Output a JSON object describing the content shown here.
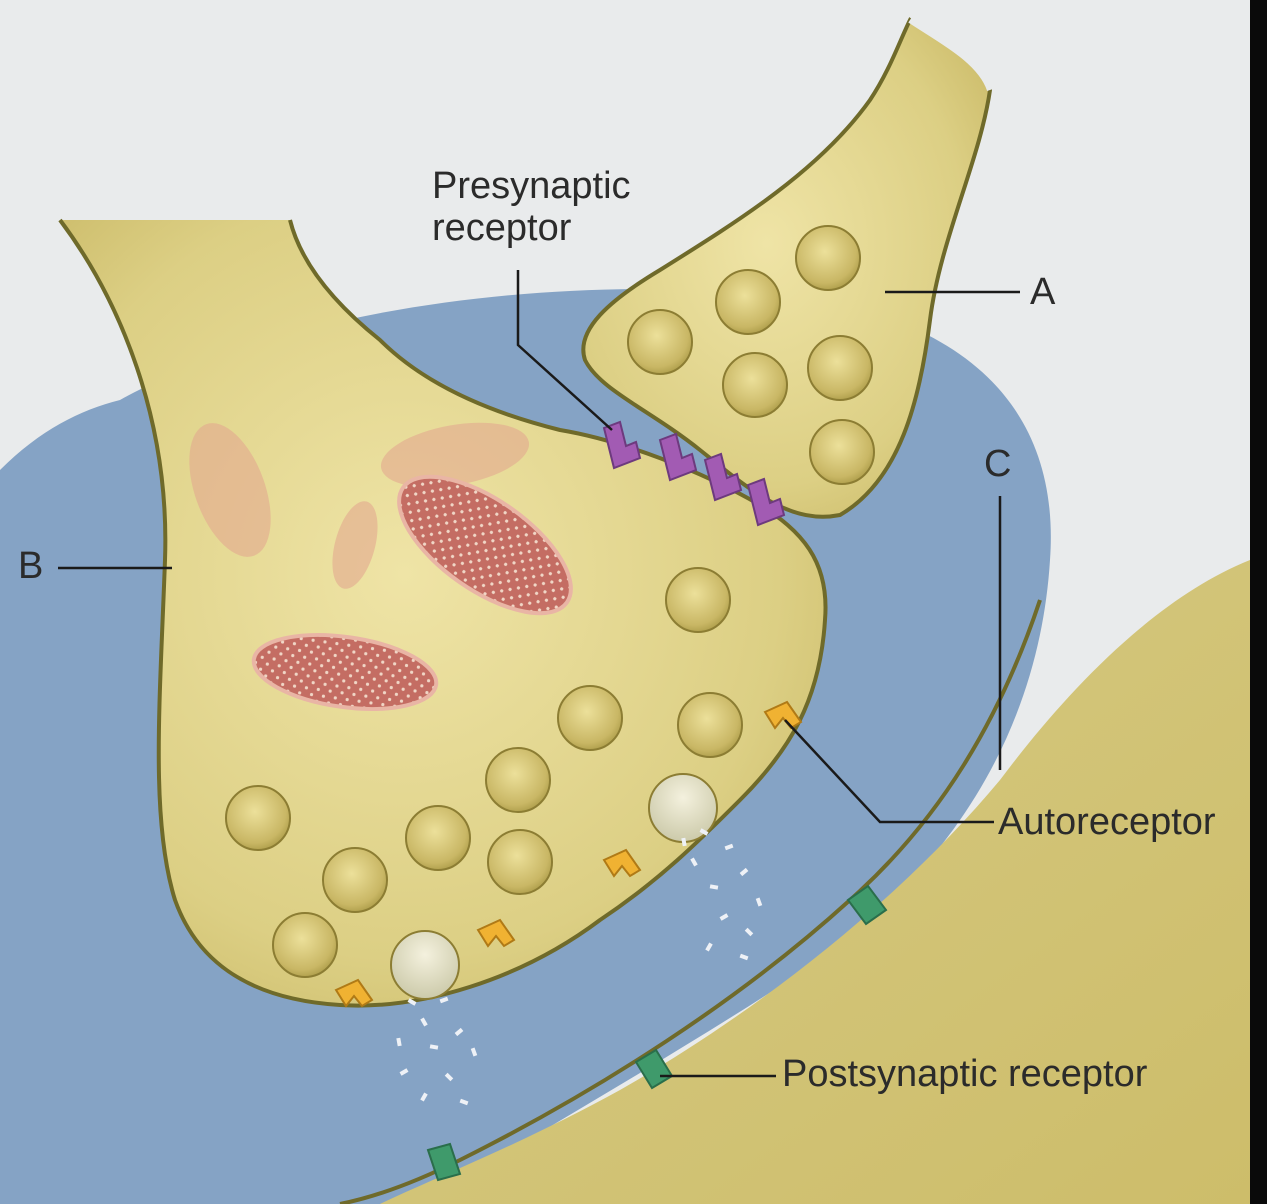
{
  "labels": {
    "presynaptic_line1": "Presynaptic",
    "presynaptic_line2": "receptor",
    "a": "A",
    "b": "B",
    "c": "C",
    "autoreceptor": "Autoreceptor",
    "postsynaptic": "Postsynaptic receptor"
  },
  "colors": {
    "background": "#e9ebec",
    "cleft_blue": "#7f9fc3",
    "neuron_fill": "#dccf84",
    "membrane": "#6f6a2a",
    "mitochondria": "#c9736a",
    "presynaptic_receptor": "#a25bb3",
    "autoreceptor": "#f0b232",
    "postsynaptic_receptor": "#3f9a6b"
  }
}
